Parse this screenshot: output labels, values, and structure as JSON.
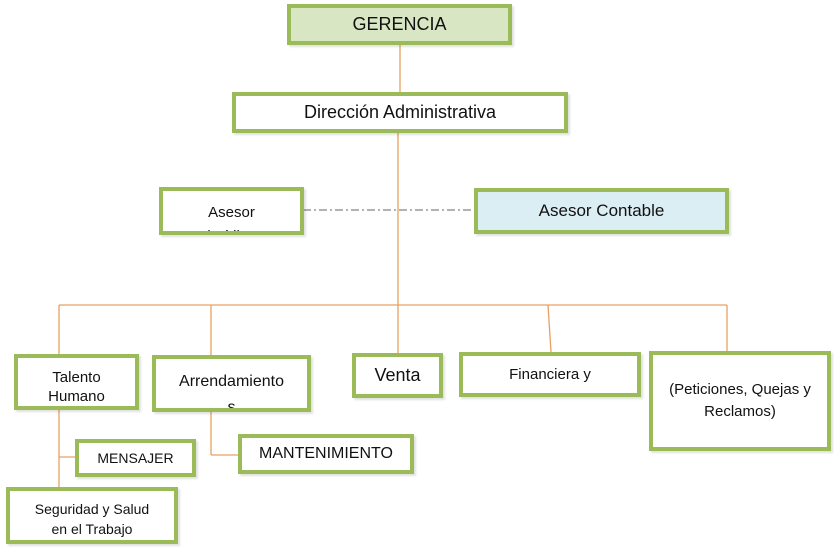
{
  "chart_data": {
    "type": "org-chart",
    "nodes": {
      "gerencia": "GERENCIA",
      "direccion": "Dirección Administrativa",
      "asesor_left": "Asesor\njurídico",
      "asesor_contable": "Asesor Contable",
      "talento": "Talento\nHumano",
      "arrendamientos": "Arrendamiento\ns",
      "venta": "Venta",
      "financiera": "Financiera y",
      "pqr": "(Peticiones, Quejas y\nReclamos)",
      "mensajero": "MENSAJER",
      "mantenimiento": "MANTENIMIENTO",
      "sst": "Seguridad y Salud\nen el Trabajo"
    },
    "edges": [
      [
        "gerencia",
        "direccion"
      ],
      [
        "direccion",
        "talento"
      ],
      [
        "direccion",
        "arrendamientos"
      ],
      [
        "direccion",
        "venta"
      ],
      [
        "direccion",
        "financiera"
      ],
      [
        "direccion",
        "pqr"
      ],
      [
        "talento",
        "mensajero"
      ],
      [
        "talento",
        "sst"
      ],
      [
        "arrendamientos",
        "mantenimiento"
      ]
    ],
    "advisory_links": [
      [
        "asesor_left",
        "asesor_contable"
      ]
    ],
    "colors": {
      "border": "#9bbb59",
      "connector": "#e8a060",
      "advisory": "#666666",
      "top_fill": "#d8e6c4",
      "contable_fill": "#dbeef4"
    }
  }
}
